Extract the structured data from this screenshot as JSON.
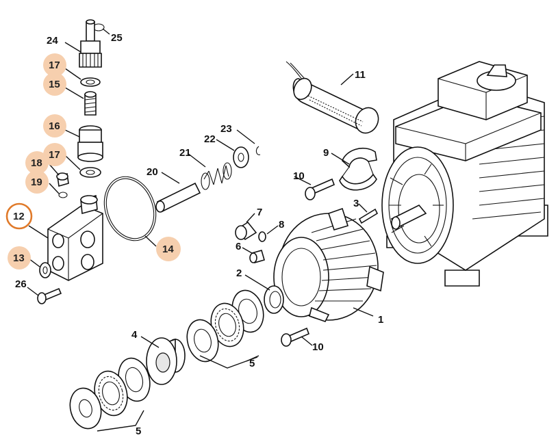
{
  "callouts": [
    {
      "id": "c25",
      "label": "25",
      "highlight": "none"
    },
    {
      "id": "c24",
      "label": "24",
      "highlight": "none"
    },
    {
      "id": "c17a",
      "label": "17",
      "highlight": "fill"
    },
    {
      "id": "c15",
      "label": "15",
      "highlight": "fill"
    },
    {
      "id": "c16",
      "label": "16",
      "highlight": "fill"
    },
    {
      "id": "c17b",
      "label": "17",
      "highlight": "fill"
    },
    {
      "id": "c18",
      "label": "18",
      "highlight": "fill"
    },
    {
      "id": "c19",
      "label": "19",
      "highlight": "fill"
    },
    {
      "id": "c12",
      "label": "12",
      "highlight": "ring"
    },
    {
      "id": "c13",
      "label": "13",
      "highlight": "fill"
    },
    {
      "id": "c26",
      "label": "26",
      "highlight": "none"
    },
    {
      "id": "c14",
      "label": "14",
      "highlight": "fill"
    },
    {
      "id": "c20",
      "label": "20",
      "highlight": "none"
    },
    {
      "id": "c21",
      "label": "21",
      "highlight": "none"
    },
    {
      "id": "c22",
      "label": "22",
      "highlight": "none"
    },
    {
      "id": "c23",
      "label": "23",
      "highlight": "none"
    },
    {
      "id": "c11",
      "label": "11",
      "highlight": "none"
    },
    {
      "id": "c9",
      "label": "9",
      "highlight": "none"
    },
    {
      "id": "c10a",
      "label": "10",
      "highlight": "none"
    },
    {
      "id": "c3",
      "label": "3",
      "highlight": "none"
    },
    {
      "id": "c7",
      "label": "7",
      "highlight": "none"
    },
    {
      "id": "c8",
      "label": "8",
      "highlight": "none"
    },
    {
      "id": "c6",
      "label": "6",
      "highlight": "none"
    },
    {
      "id": "c2",
      "label": "2",
      "highlight": "none"
    },
    {
      "id": "c1",
      "label": "1",
      "highlight": "none"
    },
    {
      "id": "c10b",
      "label": "10",
      "highlight": "none"
    },
    {
      "id": "c4",
      "label": "4",
      "highlight": "none"
    },
    {
      "id": "c5a",
      "label": "5",
      "highlight": "none"
    },
    {
      "id": "c5b",
      "label": "5",
      "highlight": "none"
    }
  ],
  "colors": {
    "highlight_fill": "#f6cfae",
    "highlight_ring": "#e07a2a",
    "line": "#111111",
    "background": "#ffffff"
  }
}
